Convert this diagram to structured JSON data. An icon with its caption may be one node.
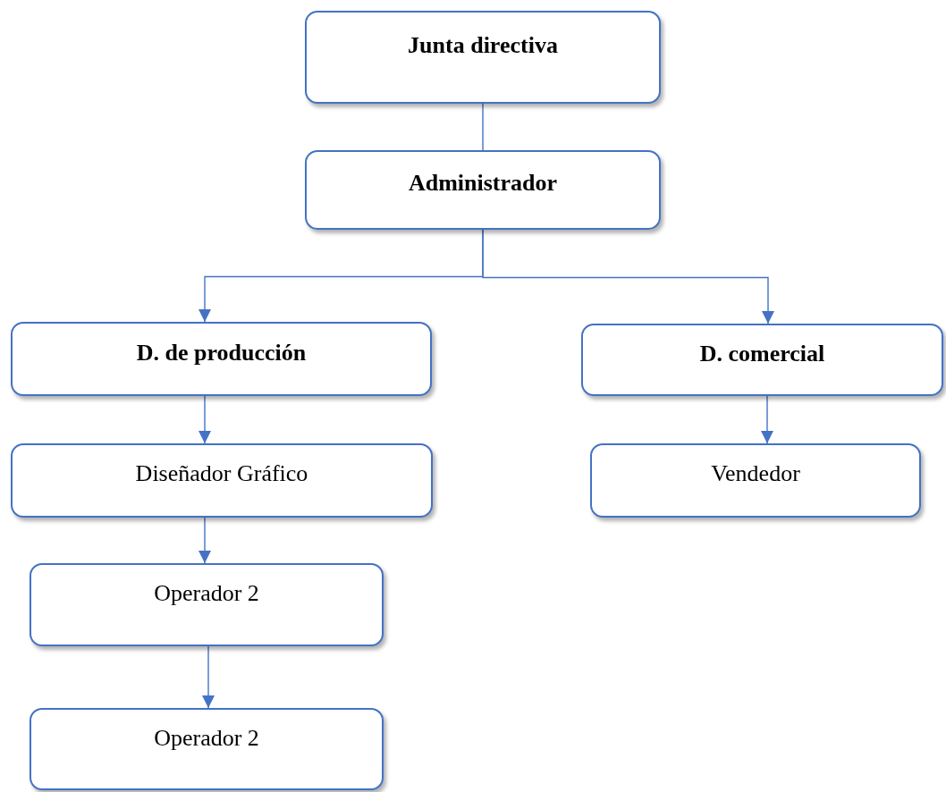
{
  "diagram": {
    "nodes": [
      {
        "text": [
          "Junta directiva"
        ]
      },
      {
        "text": [
          "Administrador"
        ]
      },
      {
        "text": [
          "D. de producción"
        ]
      },
      {
        "text": [
          "D. comercial"
        ]
      },
      {
        "text": [
          "Diseñador Gráfico"
        ]
      },
      {
        "text": [
          "Vendedor"
        ]
      },
      {
        "text": [
          "Operador 2"
        ]
      },
      {
        "text": [
          "Operador 2"
        ]
      }
    ],
    "edges": [
      {
        "from": 0,
        "to": 1,
        "arrow": "none"
      },
      {
        "from": 1,
        "to": 2,
        "arrow": "to"
      },
      {
        "from": 1,
        "to": 3,
        "arrow": "to"
      },
      {
        "from": 2,
        "to": 4,
        "arrow": "to"
      },
      {
        "from": 3,
        "to": 5,
        "arrow": "to"
      },
      {
        "from": 4,
        "to": 6,
        "arrow": "to"
      },
      {
        "from": 6,
        "to": 7,
        "arrow": "to"
      }
    ]
  }
}
